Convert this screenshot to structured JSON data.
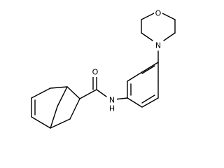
{
  "molecule": {
    "atoms": {
      "oxygen_ring": "O",
      "nitrogen_ring": "N",
      "carbonyl_oxygen": "O",
      "amide_nitrogen": "N",
      "amide_hydrogen": "H"
    }
  }
}
